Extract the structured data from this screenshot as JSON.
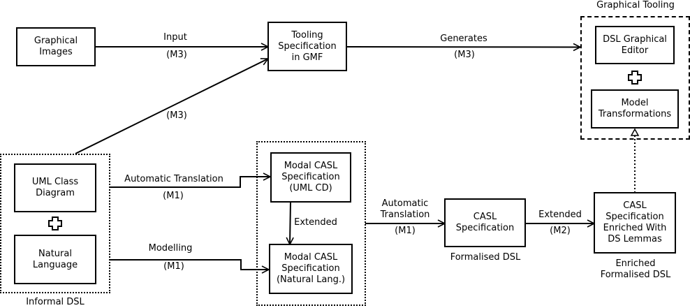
{
  "boxes": {
    "graphical_images": "Graphical\nImages",
    "tooling_spec": "Tooling\nSpecification\nin GMF",
    "dsl_graphical_editor": "DSL Graphical\nEditor",
    "model_transformations": "Model\nTransformations",
    "uml_class_diagram": "UML Class\nDiagram",
    "natural_language": "Natural\nLanguage",
    "modal_casl_uml": "Modal CASL\nSpecification\n(UML CD)",
    "modal_casl_nat": "Modal CASL\nSpecification\n(Natural Lang.)",
    "casl_spec": "CASL\nSpecification",
    "casl_enriched": "CASL\nSpecification\nEnriched With\nDS Lemmas"
  },
  "groups": {
    "graphical_tooling": "Graphical Tooling",
    "informal_dsl": "Informal DSL",
    "formalised_dsl": "Formalised DSL",
    "enriched_formalised_dsl": "Enriched\nFormalised DSL"
  },
  "edges": {
    "input": "Input",
    "input_level": "(M3)",
    "generates": "Generates",
    "generates_level": "(M3)",
    "informal_to_tooling_level": "(M3)",
    "auto_translation": "Automatic Translation",
    "auto_translation_level": "(M1)",
    "modelling": "Modelling",
    "modelling_level": "(M1)",
    "extended_vertical": "Extended",
    "auto_translation2": "Automatic\nTranslation",
    "auto_translation2_level": "(M1)",
    "extended": "Extended",
    "extended_level": "(M2)"
  }
}
